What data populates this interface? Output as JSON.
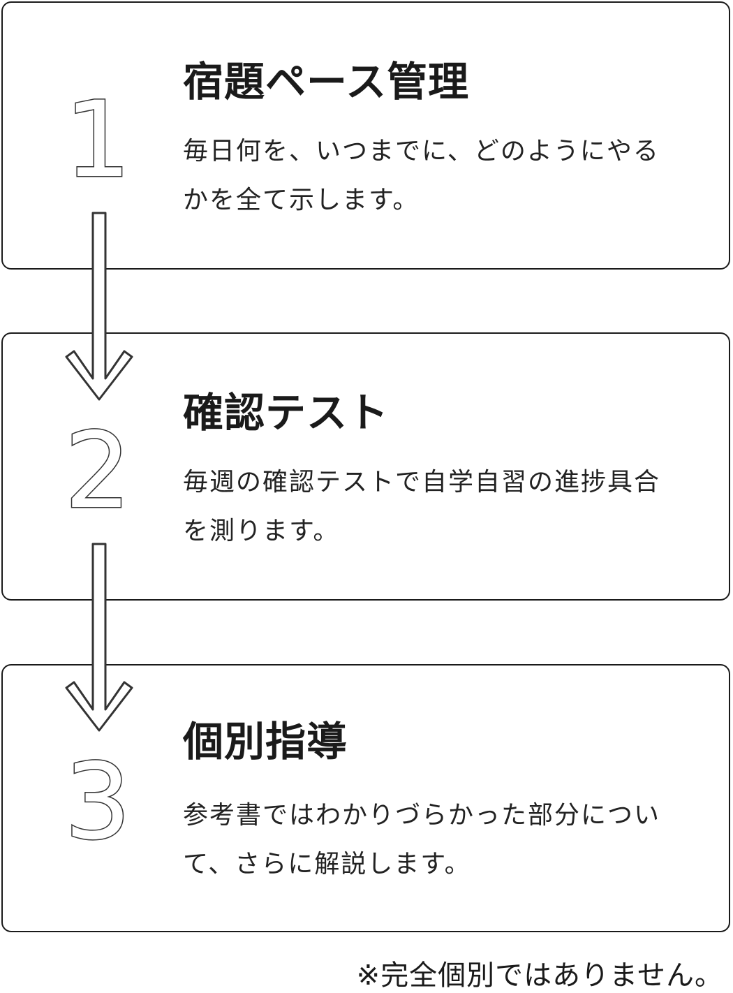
{
  "steps": [
    {
      "number": "1",
      "title": "宿題ペース管理",
      "description": "毎日何を、いつまでに、どのようにやるかを全て示します。"
    },
    {
      "number": "2",
      "title": "確認テスト",
      "description": "毎週の確認テストで自学自習の進捗具合を測ります。"
    },
    {
      "number": "3",
      "title": "個別指導",
      "description": "参考書ではわかりづらかった部分について、さらに解説します。"
    }
  ],
  "note": "※完全個別ではありません。"
}
